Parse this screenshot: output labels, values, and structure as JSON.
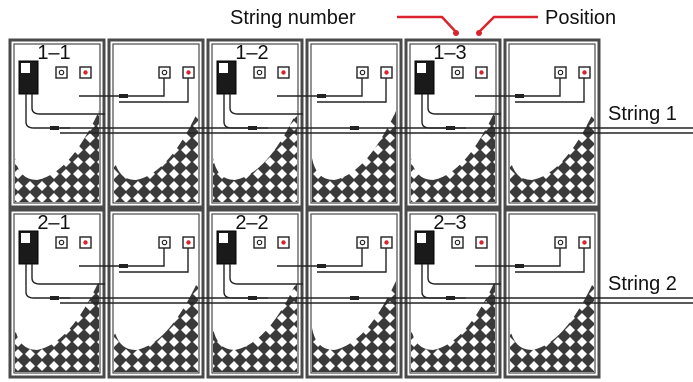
{
  "callouts": {
    "string_number": "String number",
    "position": "Position"
  },
  "strings": [
    {
      "label": "String 1",
      "modules": [
        "1–1",
        "1–2",
        "1–3"
      ]
    },
    {
      "label": "String 2",
      "modules": [
        "2–1",
        "2–2",
        "2–3"
      ]
    }
  ],
  "colors": {
    "frame": "#4a4a4a",
    "callout_line": "#d9232d",
    "cell_grid": "#3a3a3a",
    "optimizer": "#1a1a1a",
    "connector_plus": "#d9232d"
  }
}
